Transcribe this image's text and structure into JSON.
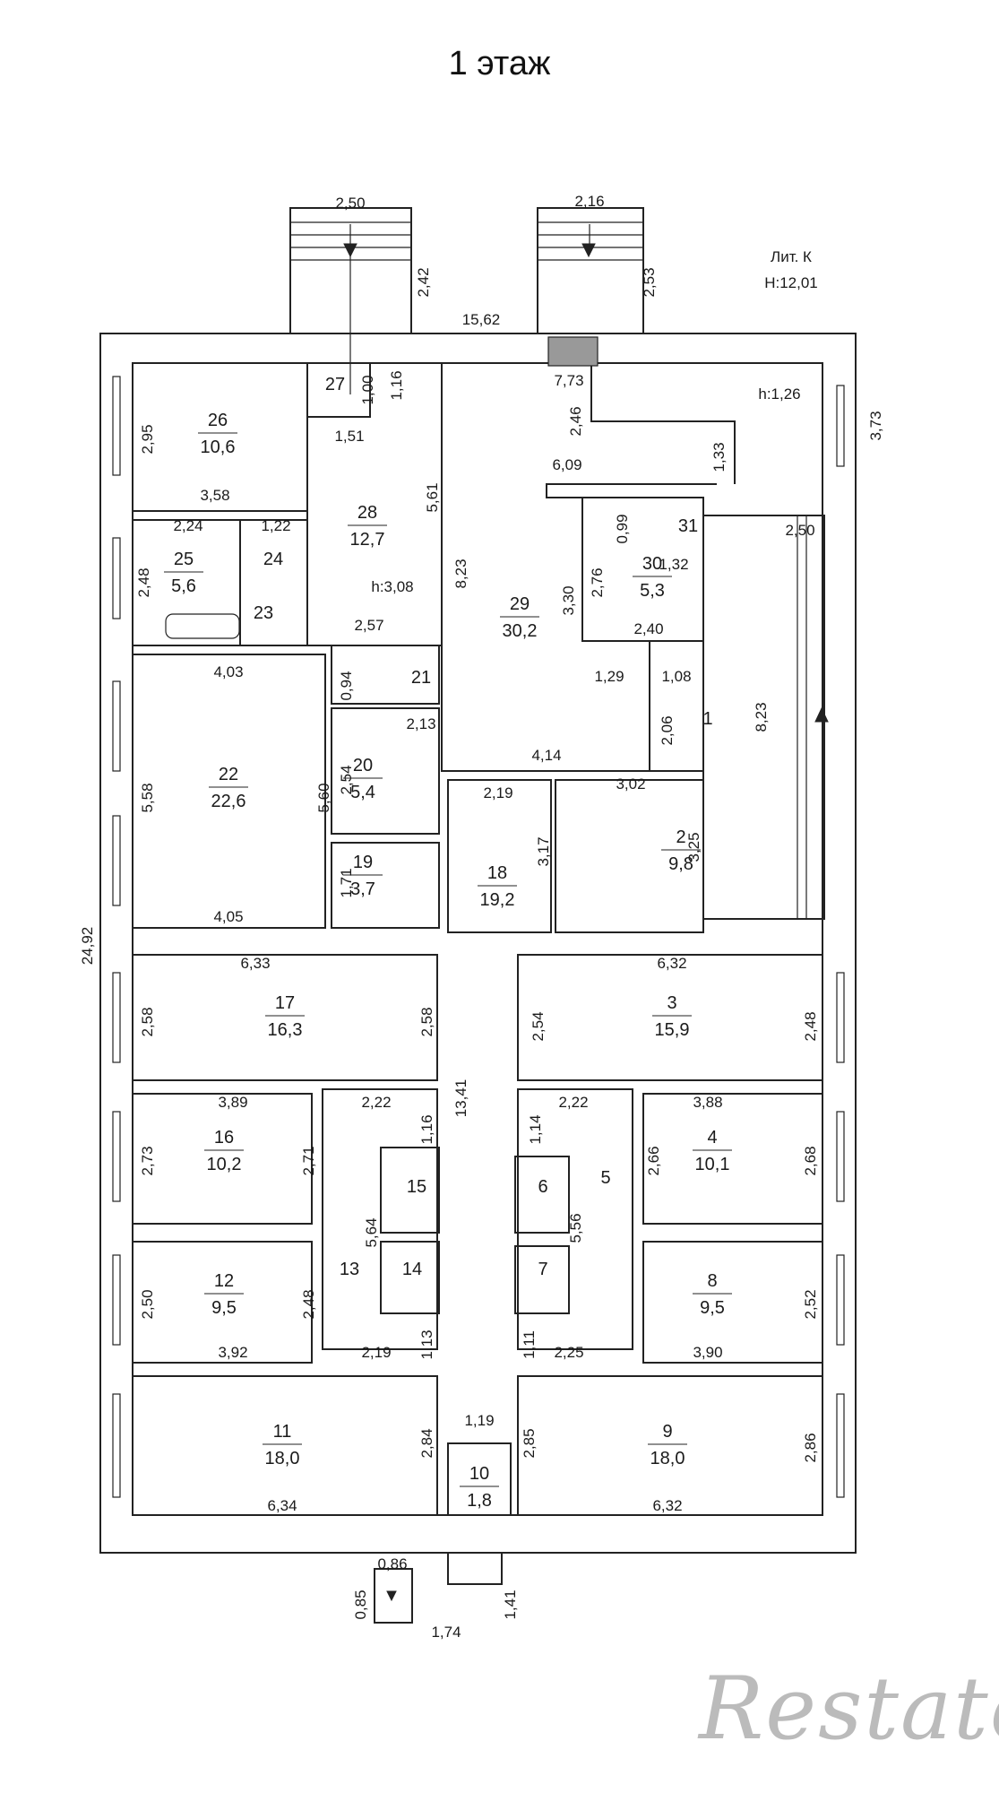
{
  "title": "1 этаж",
  "watermark": "Restate",
  "lit": {
    "label": "Лит. К",
    "height": "Н:12,01"
  },
  "height_top_right": "h:1,26",
  "height_room_28": "h:3,08",
  "rooms": [
    {
      "id": "1",
      "num": "1",
      "area": ""
    },
    {
      "id": "2",
      "num": "2",
      "area": "9,8"
    },
    {
      "id": "3",
      "num": "3",
      "area": "15,9"
    },
    {
      "id": "4",
      "num": "4",
      "area": "10,1"
    },
    {
      "id": "5",
      "num": "5",
      "area": ""
    },
    {
      "id": "6",
      "num": "6",
      "area": ""
    },
    {
      "id": "7",
      "num": "7",
      "area": ""
    },
    {
      "id": "8",
      "num": "8",
      "area": "9,5"
    },
    {
      "id": "9",
      "num": "9",
      "area": "18,0"
    },
    {
      "id": "10",
      "num": "10",
      "area": "1,8"
    },
    {
      "id": "11",
      "num": "11",
      "area": "18,0"
    },
    {
      "id": "12",
      "num": "12",
      "area": "9,5"
    },
    {
      "id": "13",
      "num": "13",
      "area": ""
    },
    {
      "id": "14",
      "num": "14",
      "area": ""
    },
    {
      "id": "15",
      "num": "15",
      "area": ""
    },
    {
      "id": "16",
      "num": "16",
      "area": "10,2"
    },
    {
      "id": "17",
      "num": "17",
      "area": "16,3"
    },
    {
      "id": "18",
      "num": "18",
      "area": "19,2"
    },
    {
      "id": "19",
      "num": "19",
      "area": "3,7"
    },
    {
      "id": "20",
      "num": "20",
      "area": "5,4"
    },
    {
      "id": "21",
      "num": "21",
      "area": ""
    },
    {
      "id": "22",
      "num": "22",
      "area": "22,6"
    },
    {
      "id": "23",
      "num": "23",
      "area": ""
    },
    {
      "id": "24",
      "num": "24",
      "area": ""
    },
    {
      "id": "25",
      "num": "25",
      "area": "5,6"
    },
    {
      "id": "26",
      "num": "26",
      "area": "10,6"
    },
    {
      "id": "27",
      "num": "27",
      "area": ""
    },
    {
      "id": "28",
      "num": "28",
      "area": "12,7"
    },
    {
      "id": "29",
      "num": "29",
      "area": "30,2"
    },
    {
      "id": "30",
      "num": "30",
      "area": "5,3"
    },
    {
      "id": "31",
      "num": "31",
      "area": ""
    }
  ],
  "dims": {
    "stair_left_w": "2,50",
    "stair_left_h": "2,42",
    "stair_mid_w": "2,16",
    "stair_mid_h": "2,53",
    "top_total": "15,62",
    "top_773": "7,73",
    "right_373": "3,73",
    "d246": "2,46",
    "d609": "6,09",
    "d133": "1,33",
    "d295": "2,95",
    "d358": "3,58",
    "d100": "1,00",
    "d116a": "1,16",
    "d151": "1,51",
    "d561": "5,61",
    "d823a": "8,23",
    "d330": "3,30",
    "d099": "0,99",
    "d132": "1,32",
    "d276": "2,76",
    "d240": "2,40",
    "d250r": "2,50",
    "d224": "2,24",
    "d122": "1,22",
    "d248a": "2,48",
    "d257": "2,57",
    "d403": "4,03",
    "d094": "0,94",
    "d213": "2,13",
    "d129": "1,29",
    "d108": "1,08",
    "d206": "2,06",
    "d823b": "8,23",
    "d414": "4,14",
    "d558": "5,58",
    "d560": "5,60",
    "d254a": "2,54",
    "d219a": "2,19",
    "d302": "3,02",
    "d317": "3,17",
    "d325": "3,25",
    "d171": "1,71",
    "d405": "4,05",
    "d2492": "24,92",
    "d633": "6,33",
    "d632a": "6,32",
    "d258a": "2,58",
    "d258b": "2,58",
    "d254b": "2,54",
    "d248b": "2,48",
    "d389": "3,89",
    "d222a": "2,22",
    "d341": "13,41",
    "d222b": "2,22",
    "d388": "3,88",
    "d116b": "1,16",
    "d114": "1,14",
    "d273": "2,73",
    "d271": "2,71",
    "d266": "2,66",
    "d268": "2,68",
    "d564": "5,64",
    "d556": "5,56",
    "d250a": "2,50",
    "d248c": "2,48",
    "d252": "2,52",
    "d392": "3,92",
    "d219b": "2,19",
    "d113": "1,13",
    "d111": "1,11",
    "d225": "2,25",
    "d390": "3,90",
    "d119": "1,19",
    "d284": "2,84",
    "d285": "2,85",
    "d286": "2,86",
    "d634": "6,34",
    "d632b": "6,32",
    "d086": "0,86",
    "d085": "0,85",
    "d141": "1,41",
    "d174": "1,74"
  }
}
